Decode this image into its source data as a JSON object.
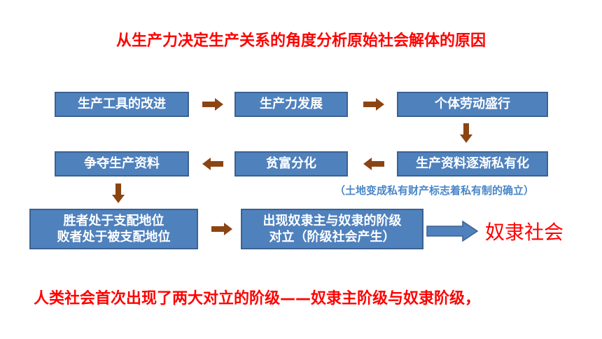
{
  "title": "从生产力决定生产关系的角度分析原始社会解体的原因",
  "boxes": {
    "tools": "生产工具的改进",
    "productivity": "生产力发展",
    "individual_labor": "个体劳动盛行",
    "private_ownership": "生产资料逐渐私有化",
    "wealth_gap": "贫富分化",
    "compete": "争夺生产资料",
    "winners_line1": "胜者处于支配地位",
    "winners_line2": "败者处于被支配地位",
    "slave_line1": "出现奴隶主与奴隶的阶级",
    "slave_line2": "对立（阶级社会产生）"
  },
  "note": "（土地变成私有财产标志着私有制的确立）",
  "result": "奴隶社会",
  "bottom_text": "人类社会首次出现了两大对立的阶级——奴隶主阶级与奴隶阶级，",
  "colors": {
    "box_fill": "#4f81bd",
    "small_arrow": "#8b4513",
    "accent_red": "#ff0000",
    "note_blue": "#4a86c7"
  }
}
